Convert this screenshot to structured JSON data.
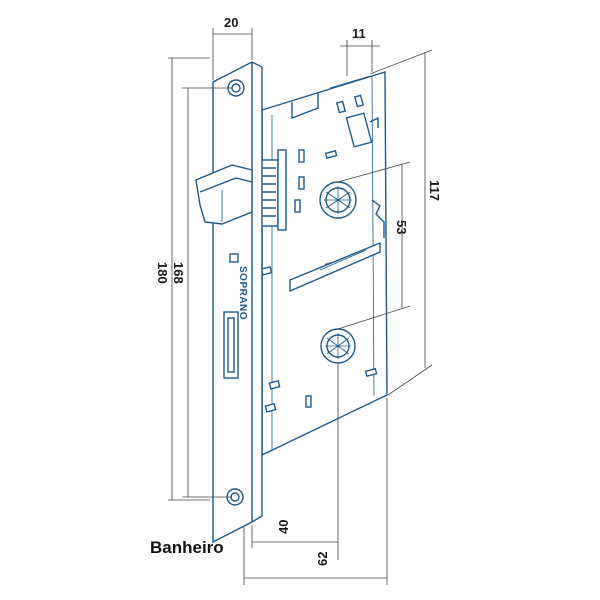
{
  "product_label": "Banheiro",
  "brand": "SOPRANO",
  "dimensions": {
    "faceplate_width": "20",
    "offset": "11",
    "total_height": "180",
    "plate_height": "168",
    "case_height": "117",
    "center_distance": "53",
    "backset": "40",
    "case_depth": "62"
  }
}
